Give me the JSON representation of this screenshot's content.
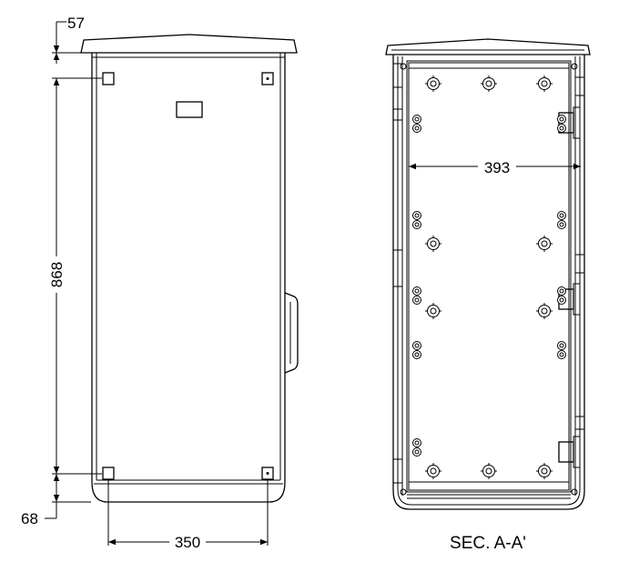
{
  "front_view": {
    "dim_top_offset": "57",
    "dim_height": "868",
    "dim_bottom_offset": "68",
    "dim_hole_spacing": "350"
  },
  "section_view": {
    "dim_inner_width": "393",
    "caption": "SEC. A-A'"
  }
}
